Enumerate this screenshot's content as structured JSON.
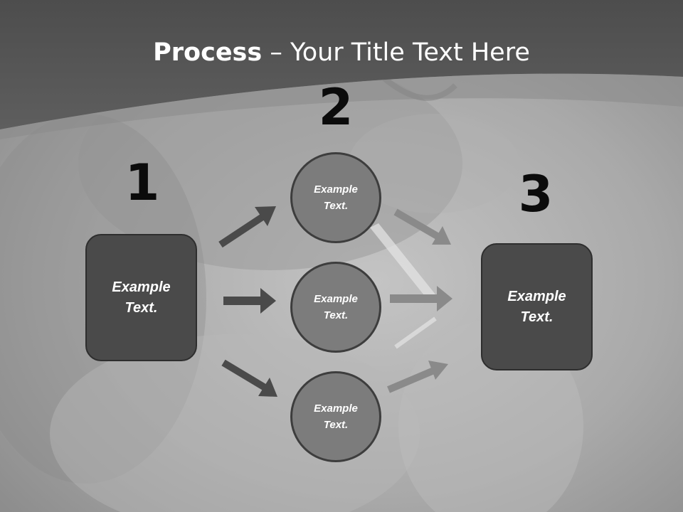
{
  "slide": {
    "title_bold": "Process",
    "title_rest": " – Your Title Text Here",
    "step_numbers": [
      "1",
      "2",
      "3"
    ],
    "left_box": {
      "text": "Example Text."
    },
    "circles": [
      {
        "text": "Example Text."
      },
      {
        "text": "Example Text."
      },
      {
        "text": "Example Text."
      }
    ],
    "right_box": {
      "text": "Example Text."
    }
  }
}
